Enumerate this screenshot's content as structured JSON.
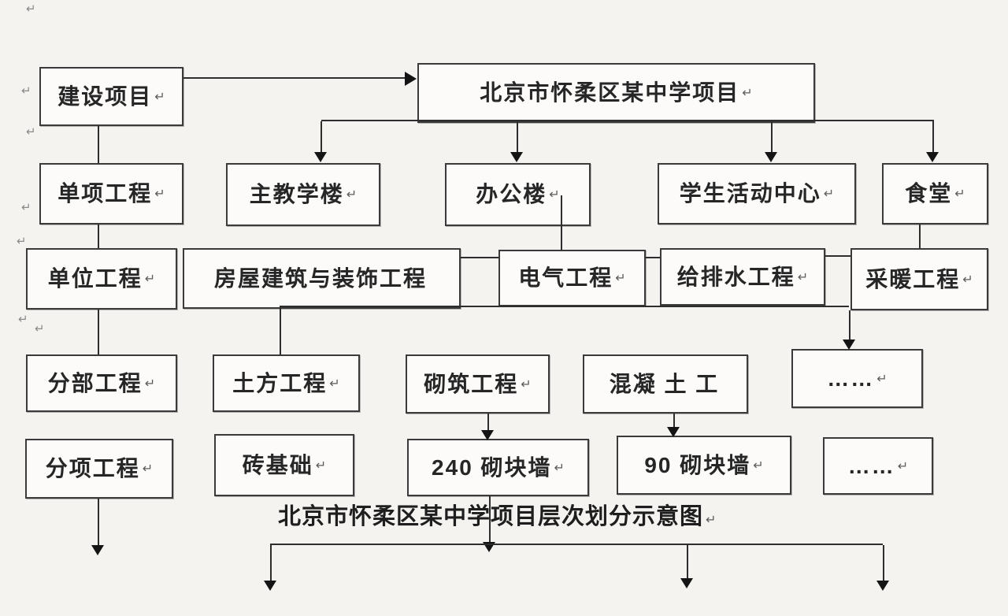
{
  "diagram": {
    "caption": "北京市怀柔区某中学项目层次划分示意图",
    "paragraph_mark": "↵",
    "colors": {
      "background": "#f4f3f0",
      "box_fill": "#fcfbf9",
      "border": "#3a3a3a",
      "text": "#262626",
      "connector": "#2d2d2d"
    },
    "boxes": [
      {
        "label": "建设项目",
        "mark": "↵"
      },
      {
        "label": "北京市怀柔区某中学项目",
        "mark": "↵"
      },
      {
        "label": "单项工程",
        "mark": "↵"
      },
      {
        "label": "主教学楼",
        "mark": "↵"
      },
      {
        "label": "办公楼",
        "mark": "↵"
      },
      {
        "label": "学生活动中心",
        "mark": "↵"
      },
      {
        "label": "食堂",
        "mark": "↵"
      },
      {
        "label": "单位工程",
        "mark": "↵"
      },
      {
        "label": "房屋建筑与装饰工程",
        "mark": ""
      },
      {
        "label": "电气工程",
        "mark": "↵"
      },
      {
        "label": "给排水工程",
        "mark": "↵"
      },
      {
        "label": "采暖工程",
        "mark": "↵"
      },
      {
        "label": "分部工程",
        "mark": "↵"
      },
      {
        "label": "土方工程",
        "mark": "↵"
      },
      {
        "label": "砌筑工程",
        "mark": "↵"
      },
      {
        "label": "混凝 土 工",
        "mark": ""
      },
      {
        "label": "……",
        "mark": "↵"
      },
      {
        "label": "分项工程",
        "mark": "↵"
      },
      {
        "label": "砖基础",
        "mark": "↵"
      },
      {
        "label": "240 砌块墙",
        "mark": "↵"
      },
      {
        "label": "90 砌块墙",
        "mark": "↵"
      },
      {
        "label": "……",
        "mark": "↵"
      }
    ]
  }
}
